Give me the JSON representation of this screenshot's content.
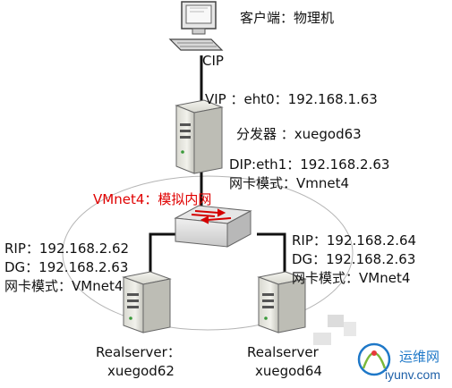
{
  "client": {
    "label": "客户端：物理机",
    "cip": "CIP"
  },
  "director": {
    "vip": "VIP ：eht0：192.168.1.63",
    "name": "分发器 ：xuegod63",
    "dip": "DIP:eth1：192.168.2.63",
    "nic_mode": "网卡模式：Vmnet4"
  },
  "network": {
    "label": "VMnet4：模拟内网",
    "color": "#e00000"
  },
  "realserver_left": {
    "rip": "RIP：192.168.2.62",
    "dg": "DG：192.168.2.63",
    "nic_mode": "网卡模式：VMnet4",
    "name_line1": "Realserver：",
    "name_line2": "xuegod62"
  },
  "realserver_right": {
    "rip": "RIP：192.168.2.64",
    "dg": "DG：192.168.2.63",
    "nic_mode": "网卡模式：VMnet4",
    "name_line1": "Realserver",
    "name_line2": "xuegod64"
  },
  "watermark": {
    "cn": "运维网",
    "url": "iyunv.com"
  }
}
